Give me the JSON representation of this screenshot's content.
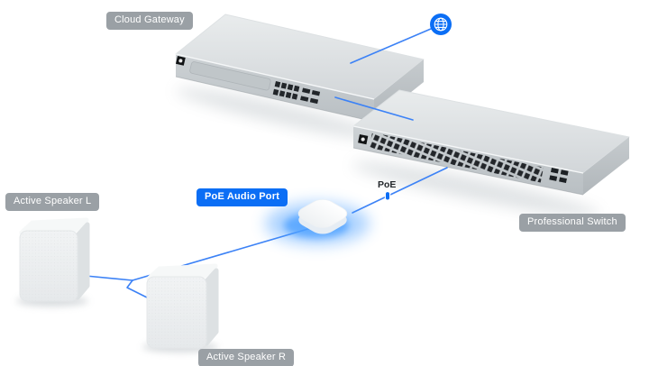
{
  "labels": {
    "cloud_gateway": "Cloud Gateway",
    "professional_switch": "Professional Switch",
    "poe_audio_port": "PoE Audio Port",
    "poe": "PoE",
    "active_speaker_l": "Active Speaker L",
    "active_speaker_r": "Active Speaker R"
  },
  "icons": {
    "globe": "internet-globe-icon",
    "poe_connector": "poe-connector-dot"
  },
  "colors": {
    "accent_blue": "#0b6ef5",
    "line_blue": "#3c82f6",
    "glow_blue": "#4da0ff",
    "badge_gray": "#9aa0a5",
    "badge_text": "#ffffff",
    "poe_text": "#22262a",
    "background": "#ffffff"
  }
}
